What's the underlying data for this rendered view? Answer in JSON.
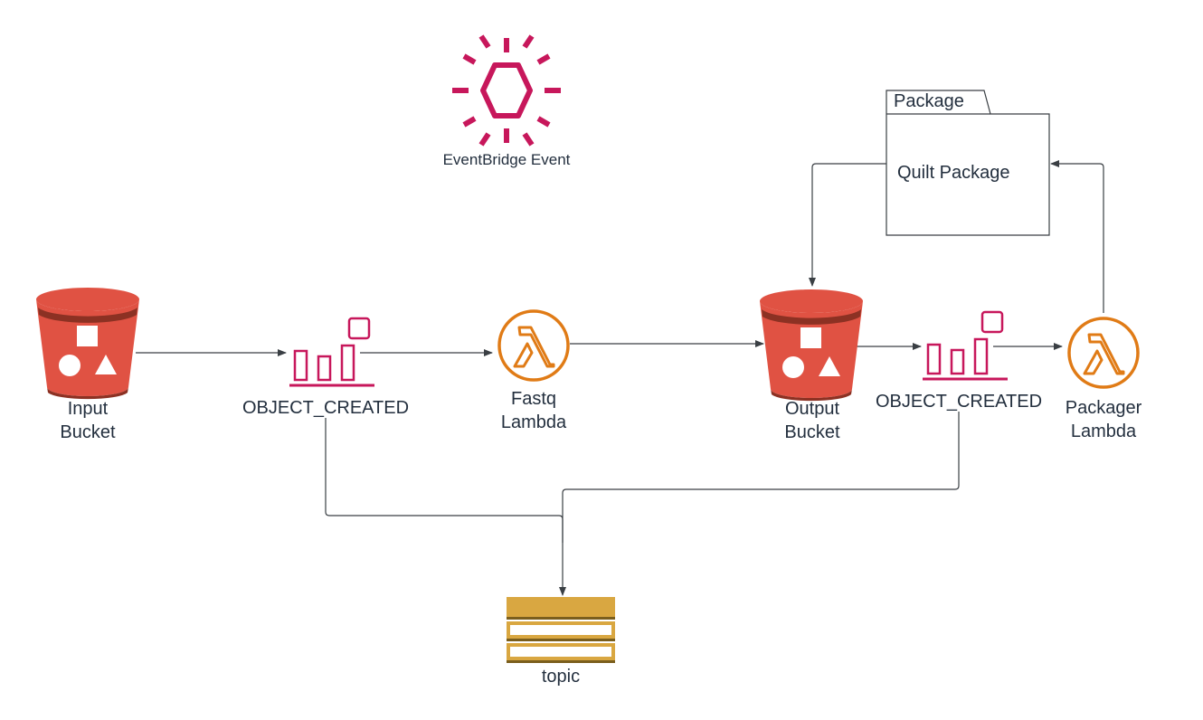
{
  "legend": {
    "event_label": "EventBridge Event",
    "event_icon": "eventbridge-event-icon"
  },
  "nodes": {
    "input_bucket": {
      "line1": "Input",
      "line2": "Bucket",
      "icon": "s3-bucket-icon"
    },
    "object_created_1": {
      "label": "OBJECT_CREATED",
      "icon": "eventbridge-rule-icon"
    },
    "fastq_lambda": {
      "line1": "Fastq",
      "line2": "Lambda",
      "icon": "lambda-icon"
    },
    "output_bucket": {
      "line1": "Output",
      "line2": "Bucket",
      "icon": "s3-bucket-icon"
    },
    "object_created_2": {
      "label": "OBJECT_CREATED",
      "icon": "eventbridge-rule-icon"
    },
    "packager_lambda": {
      "line1": "Packager",
      "line2": "Lambda",
      "icon": "lambda-icon"
    },
    "package": {
      "tab_label": "Package",
      "body_label": "Quilt Package",
      "icon": "package-folder-icon"
    },
    "topic": {
      "label": "topic",
      "icon": "sns-topic-icon"
    }
  },
  "colors": {
    "s3_red": "#e05243",
    "s3_dark": "#8c3123",
    "eventbridge_pink": "#c7175b",
    "lambda_orange": "#e07b16",
    "topic_gold": "#d9a741",
    "topic_dark": "#7a5e1d",
    "label_text": "#232f3e"
  }
}
